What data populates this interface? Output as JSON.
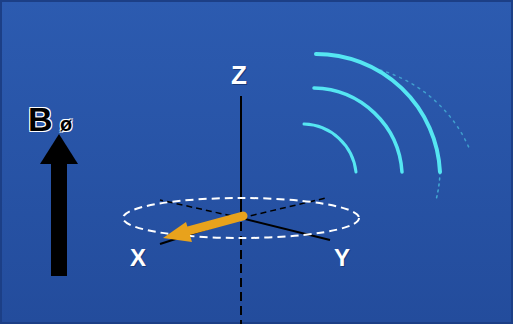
{
  "diagram": {
    "labels": [
      "B",
      "ø",
      "Z",
      "X",
      "Y"
    ]
  }
}
